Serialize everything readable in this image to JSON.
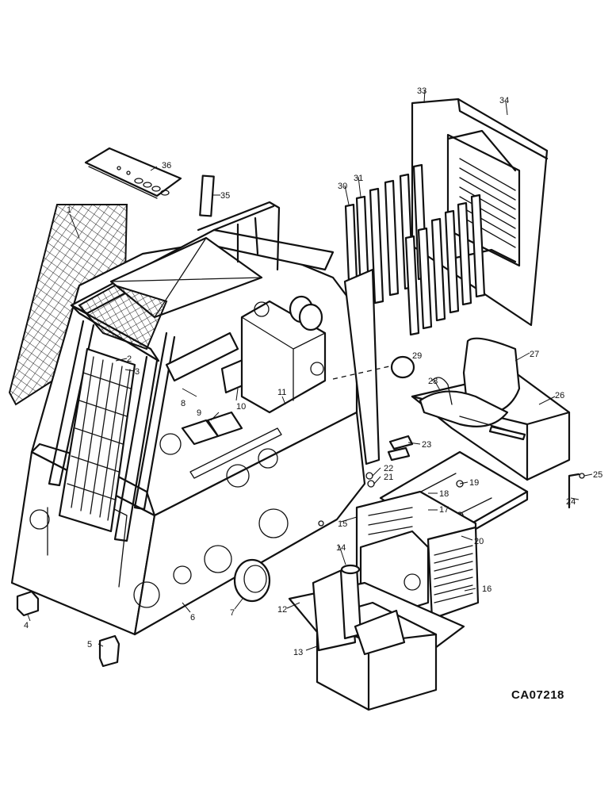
{
  "drawing_code": "CA07218",
  "callouts": [
    "1",
    "2",
    "3",
    "4",
    "5",
    "6",
    "7",
    "8",
    "9",
    "10",
    "11",
    "12",
    "13",
    "14",
    "15",
    "16",
    "17",
    "18",
    "19",
    "20",
    "21",
    "22",
    "23",
    "24",
    "25",
    "27",
    "26",
    "28",
    "29",
    "30",
    "31",
    "33",
    "34",
    "35",
    "36"
  ]
}
